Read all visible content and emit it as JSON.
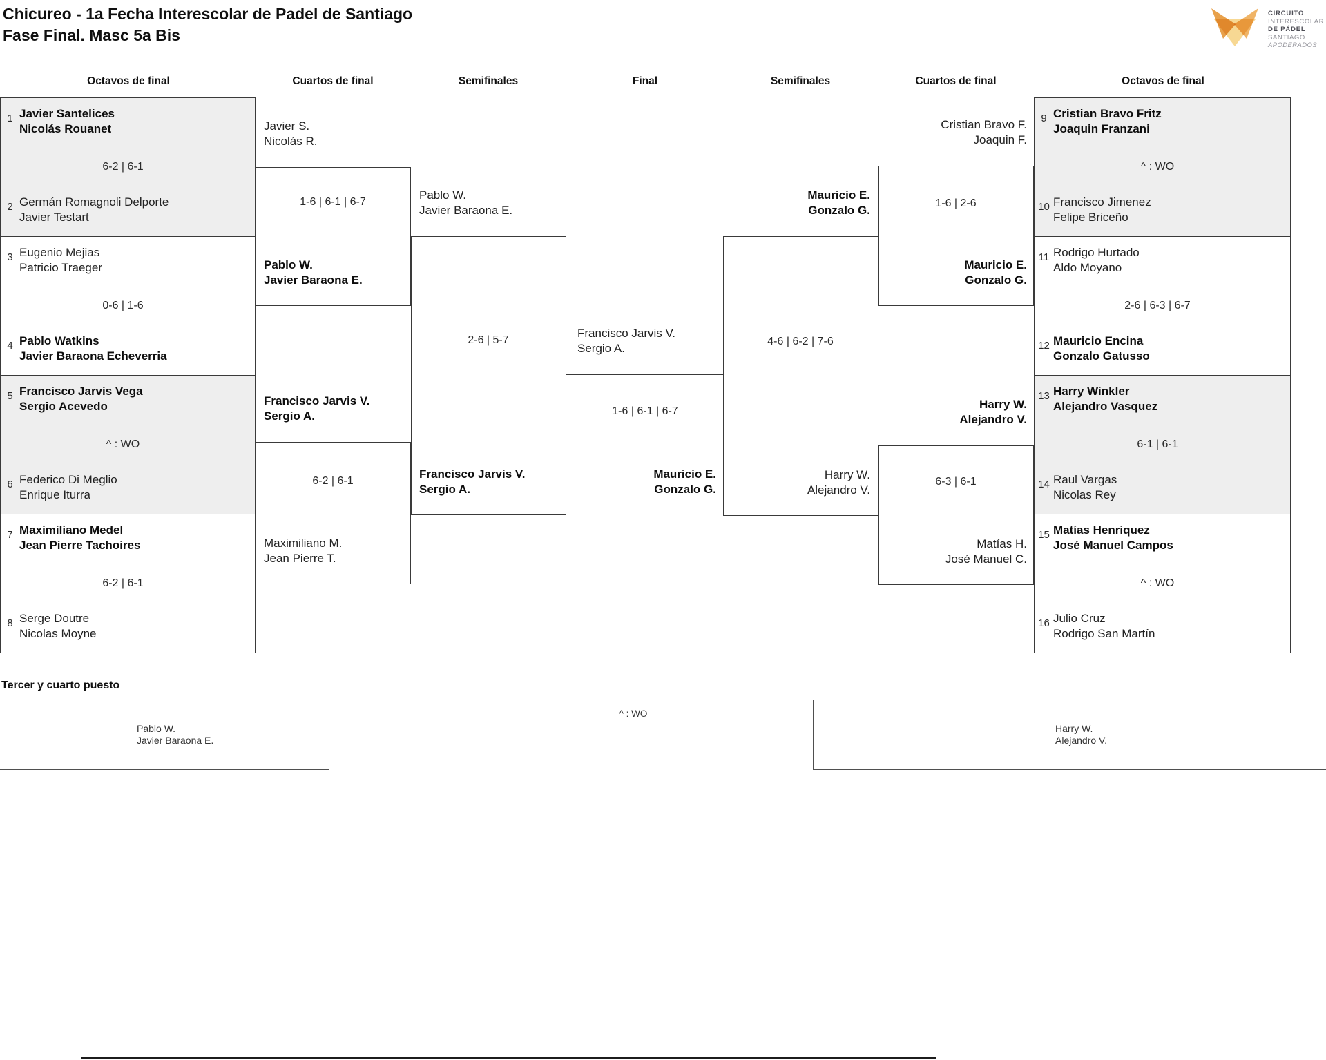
{
  "title": {
    "line1": "Chicureo - 1a Fecha Interescolar de Padel de Santiago",
    "line2": "Fase Final. Masc 5a Bis"
  },
  "logo": {
    "line1": "CIRCUITO",
    "line2": "INTERESCOLAR",
    "line3": "DE PÁDEL",
    "line4": "SANTIAGO",
    "line5": "APODERADOS",
    "colors": {
      "wing_left": "#E8A14B",
      "wing_right": "#F0B466",
      "base": "#F7D893"
    }
  },
  "headers": {
    "h1": "Octavos de final",
    "h2": "Cuartos de final",
    "h3": "Semifinales",
    "h4": "Final",
    "h5": "Semifinales",
    "h6": "Cuartos de final",
    "h7": "Octavos de final"
  },
  "octavos_left": [
    {
      "seed1": "1",
      "t1a": "Javier Santelices",
      "t1b": "Nicolás Rouanet",
      "w1": true,
      "score": "6-2 | 6-1",
      "seed2": "2",
      "t2a": "Germán Romagnoli Delporte",
      "t2b": "Javier Testart",
      "w2": false
    },
    {
      "seed1": "3",
      "t1a": "Eugenio Mejias",
      "t1b": "Patricio Traeger",
      "w1": false,
      "score": "0-6 | 1-6",
      "seed2": "4",
      "t2a": "Pablo Watkins",
      "t2b": "Javier Baraona Echeverria",
      "w2": true
    },
    {
      "seed1": "5",
      "t1a": "Francisco Jarvis Vega",
      "t1b": "Sergio Acevedo",
      "w1": true,
      "score": "^ : WO",
      "seed2": "6",
      "t2a": "Federico Di Meglio",
      "t2b": "Enrique Iturra",
      "w2": false
    },
    {
      "seed1": "7",
      "t1a": "Maximiliano Medel",
      "t1b": "Jean Pierre Tachoires",
      "w1": true,
      "score": "6-2 | 6-1",
      "seed2": "8",
      "t2a": "Serge Doutre",
      "t2b": "Nicolas Moyne",
      "w2": false
    }
  ],
  "octavos_right": [
    {
      "seed1": "9",
      "t1a": "Cristian Bravo Fritz",
      "t1b": "Joaquin Franzani",
      "w1": true,
      "score": "^ : WO",
      "seed2": "10",
      "t2a": "Francisco Jimenez",
      "t2b": "Felipe Briceño",
      "w2": false
    },
    {
      "seed1": "11",
      "t1a": "Rodrigo Hurtado",
      "t1b": "Aldo Moyano",
      "w1": false,
      "score": "2-6 | 6-3 | 6-7",
      "seed2": "12",
      "t2a": "Mauricio Encina",
      "t2b": "Gonzalo Gatusso",
      "w2": true
    },
    {
      "seed1": "13",
      "t1a": "Harry Winkler",
      "t1b": "Alejandro Vasquez",
      "w1": true,
      "score": "6-1 | 6-1",
      "seed2": "14",
      "t2a": "Raul Vargas",
      "t2b": "Nicolas Rey",
      "w2": false
    },
    {
      "seed1": "15",
      "t1a": "Matías Henriquez",
      "t1b": "José Manuel Campos",
      "w1": true,
      "score": "^ : WO",
      "seed2": "16",
      "t2a": "Julio Cruz",
      "t2b": "Rodrigo San Martín",
      "w2": false
    }
  ],
  "quarterfinals": {
    "left1": {
      "t1a": "Javier S.",
      "t1b": "Nicolás R.",
      "w1": false,
      "score": "1-6 | 6-1 | 6-7",
      "t2a": "Pablo W.",
      "t2b": "Javier Baraona E.",
      "w2": true
    },
    "left2": {
      "t1a": "Francisco Jarvis V.",
      "t1b": "Sergio A.",
      "w1": true,
      "score": "6-2 | 6-1",
      "t2a": "Maximiliano M.",
      "t2b": "Jean Pierre T.",
      "w2": false
    },
    "right1": {
      "t1a": "Cristian Bravo F.",
      "t1b": "Joaquin F.",
      "w1": false,
      "score": "1-6 | 2-6",
      "t2a": "Mauricio E.",
      "t2b": "Gonzalo G.",
      "w2": true
    },
    "right2": {
      "t1a": "Harry W.",
      "t1b": "Alejandro V.",
      "w1": true,
      "score": "6-3 | 6-1",
      "t2a": "Matías H.",
      "t2b": "José Manuel C.",
      "w2": false
    }
  },
  "semifinals": {
    "left": {
      "t1a": "Pablo W.",
      "t1b": "Javier Baraona E.",
      "w1": false,
      "score": "2-6 | 5-7",
      "t2a": "Francisco Jarvis V.",
      "t2b": "Sergio A.",
      "w2": true
    },
    "right": {
      "t1a": "Mauricio E.",
      "t1b": "Gonzalo G.",
      "w1": true,
      "score": "4-6 | 6-2 | 7-6",
      "t2a": "Harry W.",
      "t2b": "Alejandro V.",
      "w2": false
    }
  },
  "final": {
    "t1a": "Francisco Jarvis V.",
    "t1b": "Sergio A.",
    "w1": false,
    "score": "1-6 | 6-1 | 6-7",
    "t2a": "Mauricio E.",
    "t2b": "Gonzalo G.",
    "w2": true
  },
  "third_place": {
    "heading": "Tercer y cuarto puesto",
    "t1a": "Pablo W.",
    "t1b": "Javier Baraona E.",
    "score": "^ : WO",
    "t2a": "Harry W.",
    "t2b": "Alejandro V."
  }
}
